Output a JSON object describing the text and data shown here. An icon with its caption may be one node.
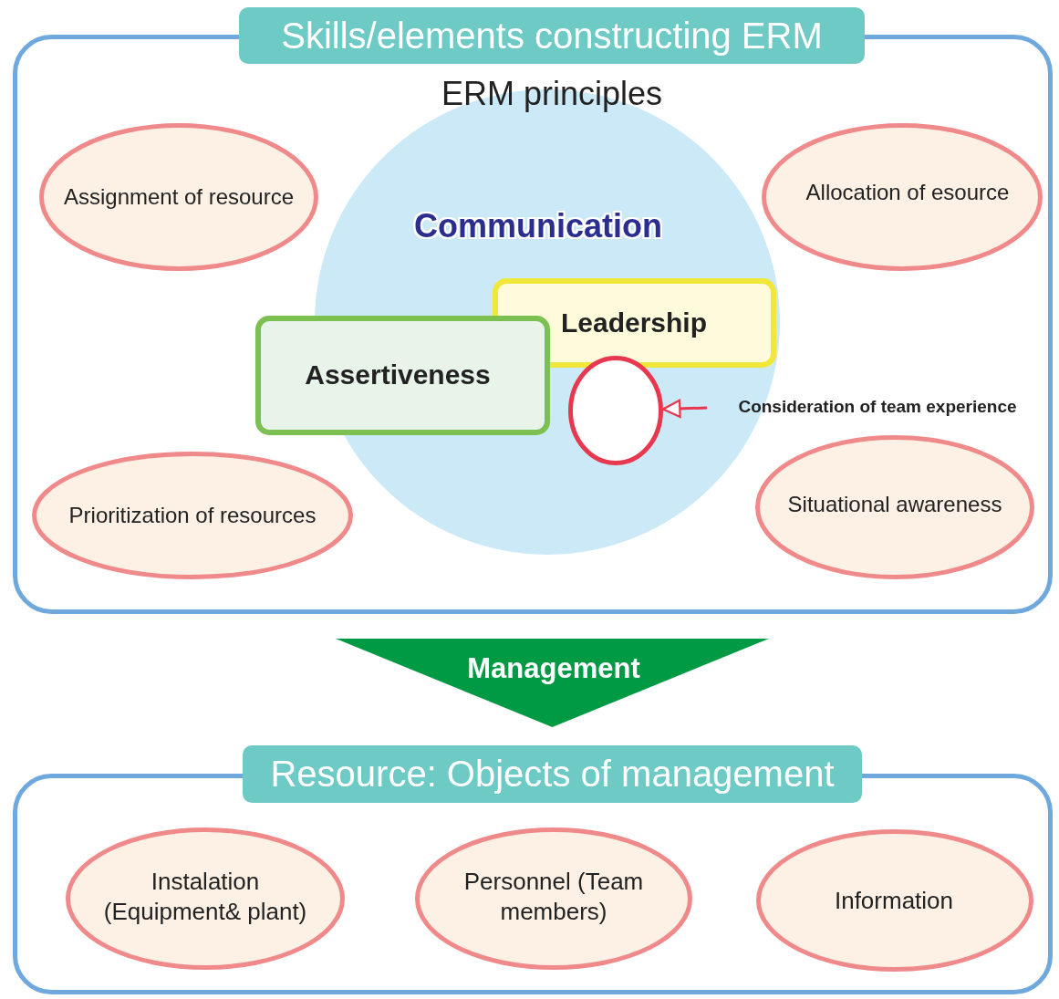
{
  "diagram": {
    "nodes": [
      {
        "text": [
          "Skills/elements constructing ERM"
        ]
      },
      {
        "text": [
          "ERM principles",
          "Communication"
        ],
        "in": 0
      },
      {
        "text": [
          "Assignment of resource"
        ],
        "in": 0
      },
      {
        "text": [
          "Allocation of esource"
        ],
        "in": 0
      },
      {
        "text": [
          "Assertiveness"
        ],
        "in": 0
      },
      {
        "text": [
          "Leadership"
        ],
        "in": 1
      },
      {
        "text": [],
        "shape": "circle",
        "in": 1
      },
      {
        "text": [
          "Consideration of team experience"
        ],
        "in": 0
      },
      {
        "text": [
          "Prioritization of resources"
        ],
        "in": 0
      },
      {
        "text": [
          "Situational awareness"
        ],
        "in": 0
      },
      {
        "text": [
          "Management"
        ]
      },
      {
        "text": [
          "Resource: Objects of management"
        ]
      },
      {
        "text": [
          "Instalation (Equipment& plant)"
        ],
        "in": 11
      },
      {
        "text": [
          "Personnel (Team members)"
        ],
        "in": 11
      },
      {
        "text": [
          "Information"
        ],
        "in": 11
      }
    ],
    "edges": [
      {
        "from": 7,
        "to": 6,
        "arrow": "to",
        "color": "#e8384f"
      }
    ]
  }
}
